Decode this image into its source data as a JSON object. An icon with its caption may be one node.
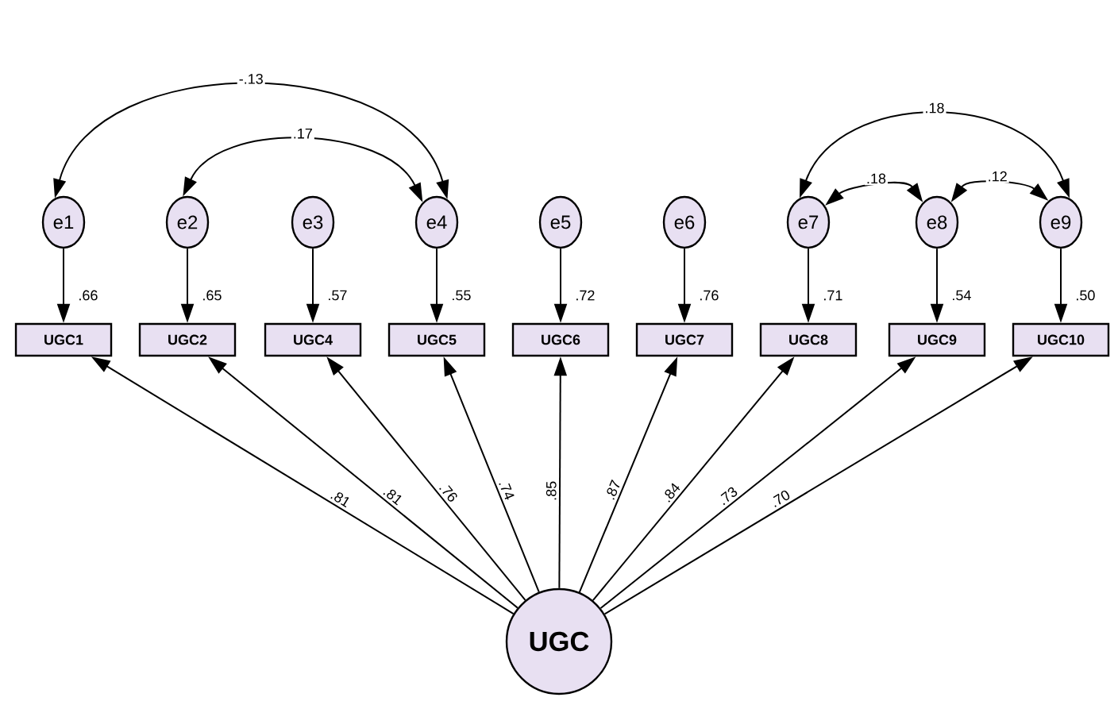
{
  "diagram": {
    "nodes": [
      {
        "text": [
          "e1"
        ]
      },
      {
        "text": [
          "e2"
        ]
      },
      {
        "text": [
          "e3"
        ]
      },
      {
        "text": [
          "e4"
        ]
      },
      {
        "text": [
          "e5"
        ]
      },
      {
        "text": [
          "e6"
        ]
      },
      {
        "text": [
          "e7"
        ]
      },
      {
        "text": [
          "e8"
        ]
      },
      {
        "text": [
          "e9"
        ]
      },
      {
        "text": [
          "UGC1"
        ],
        "beside": [
          ".66"
        ]
      },
      {
        "text": [
          "UGC2"
        ],
        "beside": [
          ".65"
        ]
      },
      {
        "text": [
          "UGC4"
        ],
        "beside": [
          ".57"
        ]
      },
      {
        "text": [
          "UGC5"
        ],
        "beside": [
          ".55"
        ]
      },
      {
        "text": [
          "UGC6"
        ],
        "beside": [
          ".72"
        ]
      },
      {
        "text": [
          "UGC7"
        ],
        "beside": [
          ".76"
        ]
      },
      {
        "text": [
          "UGC8"
        ],
        "beside": [
          ".71"
        ]
      },
      {
        "text": [
          "UGC9"
        ],
        "beside": [
          ".54"
        ]
      },
      {
        "text": [
          "UGC10"
        ],
        "beside": [
          ".50"
        ]
      },
      {
        "text": [
          "UGC"
        ]
      }
    ],
    "edges": [
      {
        "from": 0,
        "to": 9,
        "arrow": "to"
      },
      {
        "from": 1,
        "to": 10,
        "arrow": "to"
      },
      {
        "from": 2,
        "to": 11,
        "arrow": "to"
      },
      {
        "from": 3,
        "to": 12,
        "arrow": "to"
      },
      {
        "from": 4,
        "to": 13,
        "arrow": "to"
      },
      {
        "from": 5,
        "to": 14,
        "arrow": "to"
      },
      {
        "from": 6,
        "to": 15,
        "arrow": "to"
      },
      {
        "from": 7,
        "to": 16,
        "arrow": "to"
      },
      {
        "from": 8,
        "to": 17,
        "arrow": "to"
      },
      {
        "from": 18,
        "to": 9,
        "arrow": "to",
        "label": ".81"
      },
      {
        "from": 18,
        "to": 10,
        "arrow": "to",
        "label": ".81"
      },
      {
        "from": 18,
        "to": 11,
        "arrow": "to",
        "label": ".76"
      },
      {
        "from": 18,
        "to": 12,
        "arrow": "to",
        "label": ".74"
      },
      {
        "from": 18,
        "to": 13,
        "arrow": "to",
        "label": ".85"
      },
      {
        "from": 18,
        "to": 14,
        "arrow": "to",
        "label": ".87"
      },
      {
        "from": 18,
        "to": 15,
        "arrow": "to",
        "label": ".84"
      },
      {
        "from": 18,
        "to": 16,
        "arrow": "to",
        "label": ".73"
      },
      {
        "from": 18,
        "to": 17,
        "arrow": "to",
        "label": ".70"
      },
      {
        "from": 0,
        "to": 3,
        "arrow": "both",
        "label": "-.13"
      },
      {
        "from": 1,
        "to": 3,
        "arrow": "both",
        "label": ".17"
      },
      {
        "from": 6,
        "to": 8,
        "arrow": "both",
        "label": ".18"
      },
      {
        "from": 6,
        "to": 7,
        "arrow": "both",
        "label": ".18"
      },
      {
        "from": 7,
        "to": 8,
        "arrow": "both",
        "label": ".12"
      }
    ]
  }
}
